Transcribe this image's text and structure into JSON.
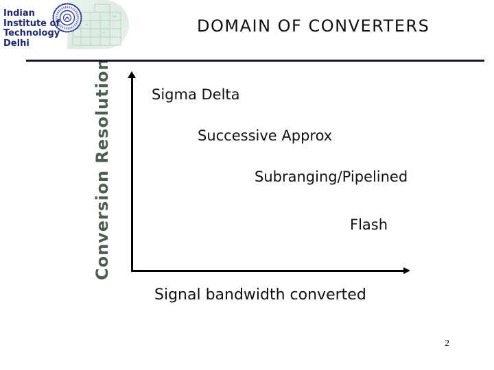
{
  "slide": {
    "title": "DOMAIN OF CONVERTERS",
    "page_number": "2",
    "background_color": "#ffffff"
  },
  "header": {
    "logo": {
      "institute_name_lines": "Indian\nInstitute of\nTechnology\nDelhi",
      "text_color": "#1e2a70",
      "seal_color": "#2c3c94"
    },
    "rule_color": "#14142a"
  },
  "chart": {
    "y_axis_label": "Conversion Resolution",
    "x_axis_label": "Signal bandwidth converted",
    "y_axis_label_color": "#4e5f52",
    "axis_color": "#000000",
    "labels": [
      {
        "text": "Sigma Delta"
      },
      {
        "text": "Successive Approx"
      },
      {
        "text": "Subranging/Pipelined"
      },
      {
        "text": "Flash"
      }
    ]
  },
  "chart_data": {
    "type": "scatter",
    "title": "DOMAIN OF CONVERTERS",
    "xlabel": "Signal bandwidth converted",
    "ylabel": "Conversion Resolution",
    "xlim": [
      0,
      1
    ],
    "ylim": [
      0,
      1
    ],
    "grid": false,
    "tick_labels": "none (qualitative conceptual axes)",
    "annotations": [
      {
        "label": "Sigma Delta",
        "x": 0.08,
        "y": 0.93
      },
      {
        "label": "Successive Approx",
        "x": 0.25,
        "y": 0.72
      },
      {
        "label": "Subranging/Pipelined",
        "x": 0.46,
        "y": 0.51
      },
      {
        "label": "Flash",
        "x": 0.8,
        "y": 0.26
      }
    ]
  }
}
